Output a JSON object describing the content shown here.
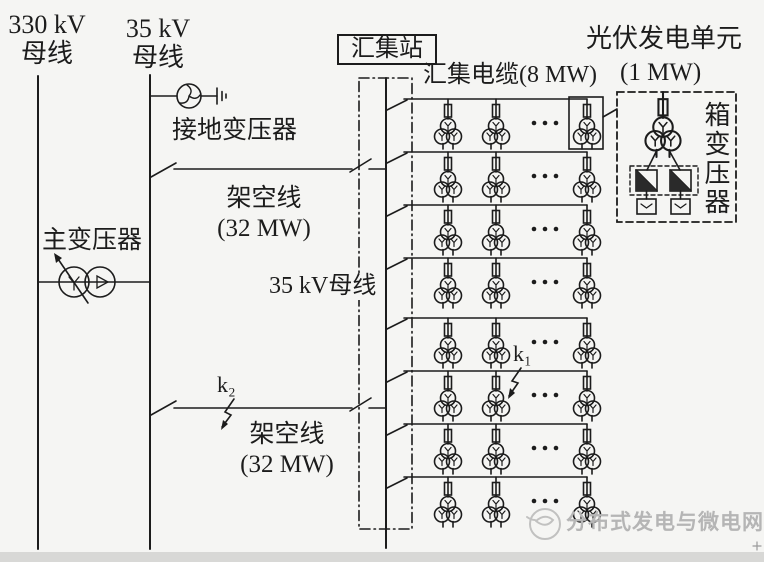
{
  "buses": {
    "hv_bus_label": "330 kV\n母线",
    "mv_bus_label": "35 kV\n母线",
    "station_bus_label": "35 kV母线"
  },
  "station": {
    "title": "汇集站"
  },
  "equipment": {
    "grounding_transformer": "接地变压器",
    "main_transformer": "主变压器",
    "box_transformer": "箱变压器"
  },
  "lines": {
    "overhead_line_1": "架空线\n(32 MW)",
    "overhead_line_2": "架空线\n(32 MW)",
    "collection_cable": "汇集电缆(8 MW)"
  },
  "pv": {
    "unit_title": "光伏发电单元",
    "unit_capacity": "(1 MW)"
  },
  "faults": {
    "k1": "k₁",
    "k2": "k₂"
  },
  "diagram": {
    "feeder_count": 8,
    "pv_units_drawn_per_feeder": 3,
    "ellipsis": "···"
  },
  "watermark": {
    "text": "分布式发电与微电网"
  }
}
